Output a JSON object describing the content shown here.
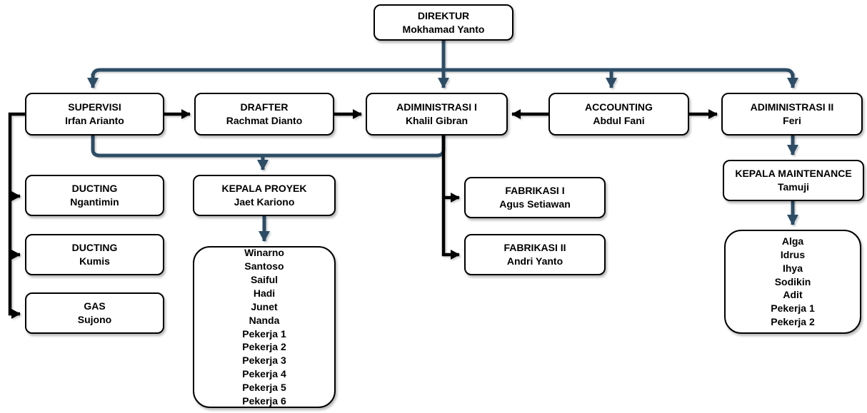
{
  "colors": {
    "connector_primary": "#2d4d66",
    "connector_secondary": "#000000",
    "node_fill": "#ffffff",
    "node_border": "#000000"
  },
  "org_chart": {
    "nodes": {
      "direktur": {
        "title": "DIREKTUR",
        "name": "Mokhamad Yanto"
      },
      "supervisi": {
        "title": "SUPERVISI",
        "name": "Irfan Arianto"
      },
      "drafter": {
        "title": "DRAFTER",
        "name": "Rachmat Dianto"
      },
      "administrasi1": {
        "title": "ADIMINISTRASI I",
        "name": "Khalil Gibran"
      },
      "accounting": {
        "title": "ACCOUNTING",
        "name": "Abdul Fani"
      },
      "administrasi2": {
        "title": "ADIMINISTRASI II",
        "name": "Feri"
      },
      "ducting_ngantimin": {
        "title": "DUCTING",
        "name": "Ngantimin"
      },
      "ducting_kumis": {
        "title": "DUCTING",
        "name": "Kumis"
      },
      "gas": {
        "title": "GAS",
        "name": "Sujono"
      },
      "kepala_proyek": {
        "title": "KEPALA PROYEK",
        "name": "Jaet Kariono"
      },
      "fabrikasi1": {
        "title": "FABRIKASI I",
        "name": "Agus Setiawan"
      },
      "fabrikasi2": {
        "title": "FABRIKASI II",
        "name": "Andri Yanto"
      },
      "kepala_maintenance": {
        "title": "KEPALA MAINTENANCE",
        "name": "Tamuji"
      },
      "proyek_team": {
        "members": [
          "Winarno",
          "Santoso",
          "Saiful",
          "Hadi",
          "Junet",
          "Nanda",
          "Pekerja 1",
          "Pekerja 2",
          "Pekerja 3",
          "Pekerja 4",
          "Pekerja 5",
          "Pekerja 6"
        ]
      },
      "maintenance_team": {
        "members": [
          "Alga",
          "Idrus",
          "Ihya",
          "Sodikin",
          "Adit",
          "Pekerja 1",
          "Pekerja 2"
        ]
      }
    }
  }
}
